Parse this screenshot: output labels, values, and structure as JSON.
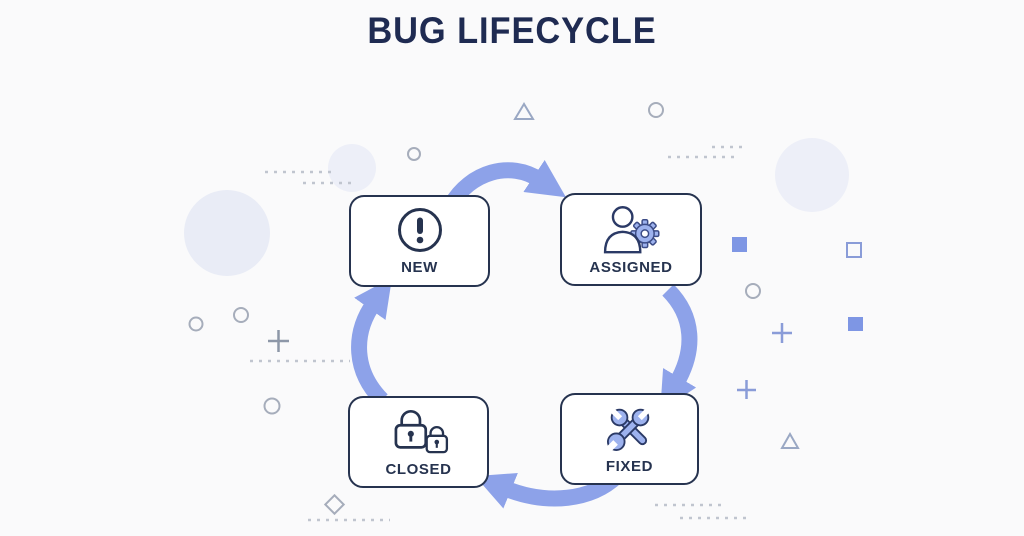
{
  "title": "BUG LIFECYCLE",
  "diagram": {
    "type": "cycle",
    "direction": "clockwise",
    "nodes": [
      {
        "label": "NEW",
        "icon": "exclamation-circle-icon"
      },
      {
        "label": "ASSIGNED",
        "icon": "person-gear-icon"
      },
      {
        "label": "FIXED",
        "icon": "crossed-wrenches-icon"
      },
      {
        "label": "CLOSED",
        "icon": "padlocks-icon"
      }
    ],
    "edges": [
      {
        "from": "NEW",
        "to": "ASSIGNED"
      },
      {
        "from": "ASSIGNED",
        "to": "FIXED"
      },
      {
        "from": "FIXED",
        "to": "CLOSED"
      },
      {
        "from": "CLOSED",
        "to": "NEW"
      }
    ]
  },
  "colors": {
    "background": "#fafafb",
    "navy": "#26334f",
    "title_navy": "#1f2b52",
    "arrow_periwinkle": "#8da2e9",
    "icon_fill_periwinkle": "#9db2ee",
    "accent_square": "#7e96e4",
    "gray_shape": "#a6adbb",
    "dash_gray": "#c0c5cf",
    "pale_circle": "#e9ecf6"
  },
  "decorations": [
    "pale-circle-left",
    "pale-circle-above-new",
    "pale-circle-right",
    "circle-outline",
    "triangle-outline",
    "diamond-outline",
    "square-filled",
    "square-outline",
    "plus-sign",
    "dashed-line"
  ]
}
